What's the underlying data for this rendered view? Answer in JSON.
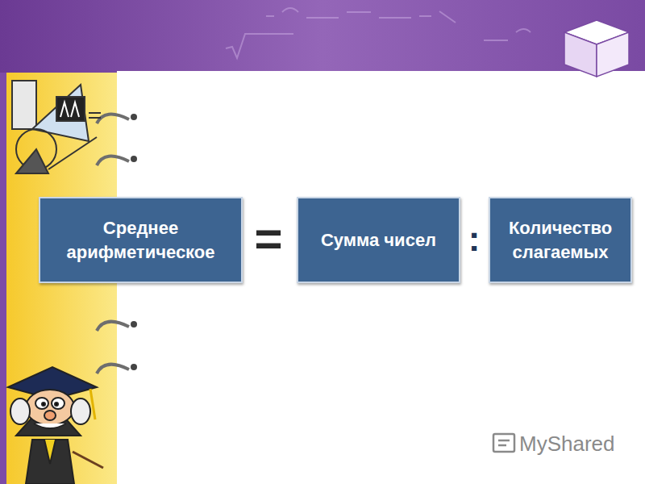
{
  "diagram": {
    "nodes": [
      {
        "text": [
          "Среднее арифметическое"
        ]
      },
      {
        "text": [
          "Сумма чисел"
        ]
      },
      {
        "text": [
          "Количество слагаемых"
        ]
      }
    ],
    "labels": [
      "=",
      ":",
      "MyShared"
    ]
  }
}
